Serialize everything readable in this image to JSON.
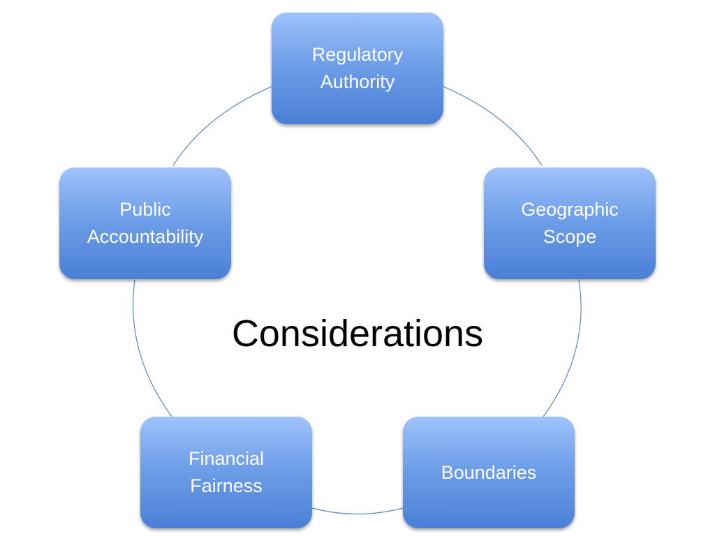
{
  "diagram": {
    "center": "Considerations",
    "nodes": [
      {
        "id": "regulatory",
        "label": "Regulatory\nAuthority"
      },
      {
        "id": "geographic",
        "label": "Geographic\nScope"
      },
      {
        "id": "boundaries",
        "label": "Boundaries"
      },
      {
        "id": "financial",
        "label": "Financial\nFairness"
      },
      {
        "id": "public",
        "label": "Public\nAccountability"
      }
    ]
  },
  "colors": {
    "node_top": "#9fc2fb",
    "node_bottom": "#4a7fd6",
    "connector": "#5b87c7",
    "node_text": "#ffffff",
    "center_text": "#000000"
  }
}
